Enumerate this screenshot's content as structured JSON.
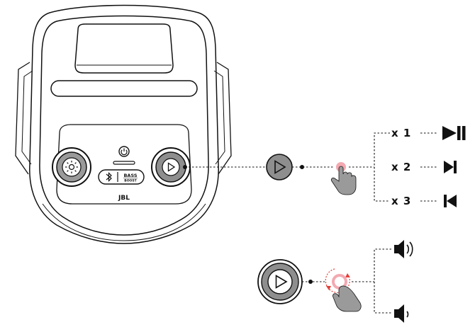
{
  "speaker": {
    "logo_text": "JBL",
    "bass_boost_label_line1": "BASS",
    "bass_boost_label_line2": "BOOST"
  },
  "play_controls": {
    "presses": [
      {
        "label": "x 1",
        "action_icon": "play-pause-icon"
      },
      {
        "label": "x 2",
        "action_icon": "next-track-icon"
      },
      {
        "label": "x 3",
        "action_icon": "previous-track-icon"
      }
    ]
  },
  "volume_controls": {
    "up_icon": "volume-up-icon",
    "down_icon": "volume-down-icon"
  },
  "colors": {
    "stroke": "#111111",
    "button_gray": "#8e8e8e",
    "touch_pink": "#f3a9b1",
    "rotate_arrow": "#e2403a",
    "hand_gray": "#9a9a9a"
  }
}
